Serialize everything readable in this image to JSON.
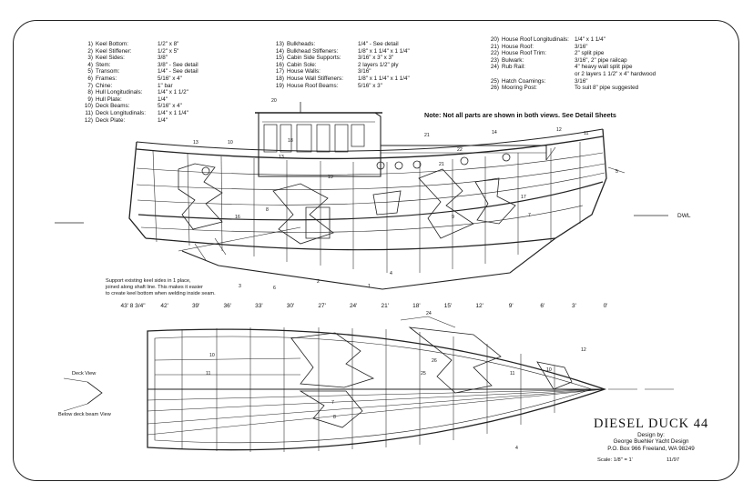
{
  "parts_col1": [
    {
      "n": "1)",
      "name": "Keel Bottom:",
      "spec": "1/2\" x 8\""
    },
    {
      "n": "2)",
      "name": "Keel Stiffener:",
      "spec": "1/2\" x 5\""
    },
    {
      "n": "3)",
      "name": "Keel Sides:",
      "spec": "3/8\""
    },
    {
      "n": "4)",
      "name": "Stem:",
      "spec": "3/8\" - See detail"
    },
    {
      "n": "5)",
      "name": "Transom:",
      "spec": "1/4\" - See detail"
    },
    {
      "n": "6)",
      "name": "Frames:",
      "spec": "5/16\" x 4\""
    },
    {
      "n": "7)",
      "name": "Chine:",
      "spec": "1\" bar"
    },
    {
      "n": "8)",
      "name": "Hull Longitudinals:",
      "spec": "1/4\" x 1 1/2\""
    },
    {
      "n": "9)",
      "name": "Hull Plate:",
      "spec": "1/4\""
    },
    {
      "n": "10)",
      "name": "Deck Beams:",
      "spec": "5/16\" x 4\""
    },
    {
      "n": "11)",
      "name": "Deck Longitudinals:",
      "spec": "1/4\" x 1 1/4\""
    },
    {
      "n": "12)",
      "name": "Deck Plate:",
      "spec": "1/4\""
    }
  ],
  "parts_col2": [
    {
      "n": "13)",
      "name": "Bulkheads:",
      "spec": "1/4\" - See detail"
    },
    {
      "n": "14)",
      "name": "Bulkhead Stiffeners:",
      "spec": "1/8\" x 1 1/4\" x 1 1/4\""
    },
    {
      "n": "15)",
      "name": "Cabin Side Supports:",
      "spec": "3/16\" x 3\" x 3\""
    },
    {
      "n": "16)",
      "name": "Cabin Sole:",
      "spec": "2 layers 1/2\" ply"
    },
    {
      "n": "17)",
      "name": "House Walls:",
      "spec": "3/16\""
    },
    {
      "n": "18)",
      "name": "House Wall Stiffeners:",
      "spec": "1/8\" x 1 1/4\" x 1 1/4\""
    },
    {
      "n": "19)",
      "name": "House Roof Beams:",
      "spec": "5/16\" x 3\""
    }
  ],
  "parts_col3": [
    {
      "n": "20)",
      "name": "House Roof Longitudinals:",
      "spec": "1/4\" x 1 1/4\""
    },
    {
      "n": "21)",
      "name": "House Roof:",
      "spec": "3/16\""
    },
    {
      "n": "22)",
      "name": "House Roof Trim:",
      "spec": "2\" split pipe"
    },
    {
      "n": "23)",
      "name": "Bulwark:",
      "spec": "3/16\", 2\" pipe railcap"
    },
    {
      "n": "24)",
      "name": "Rub Rail:",
      "spec": "4\" heavy wall split pipe"
    },
    {
      "n": "",
      "name": "",
      "spec": "or 2 layers 1 1/2\" x 4\" hardwood"
    },
    {
      "n": "25)",
      "name": "Hatch Coamings:",
      "spec": "3/16\""
    },
    {
      "n": "26)",
      "name": "Mooring Post:",
      "spec": "To suit 8\" pipe suggested"
    }
  ],
  "note": "Note:  Not all parts are shown in both views.  See Detail Sheets",
  "dwl_label": "DWL",
  "keel_note": [
    "Support existing keel sides in 1 place,",
    "joined along shaft line. This makes it easier",
    "to create keel bottom when welding inside seam."
  ],
  "stations": [
    "43' 8 3/4\"",
    "42'",
    "39'",
    "36'",
    "33'",
    "30'",
    "27'",
    "24'",
    "21'",
    "18'",
    "15'",
    "12'",
    "9'",
    "6'",
    "3'",
    "0'"
  ],
  "deck_view_label": "Deck View",
  "below_deck_label": "Below deck beam View",
  "title": "DIESEL DUCK 44",
  "design_lines": [
    "Design by:",
    "George Buehler Yacht Design",
    "P.O. Box 966 Freeland, WA 98249"
  ],
  "scale": "Scale: 1/8\" = 1'",
  "date": "11/97",
  "callouts_profile": [
    "13",
    "10",
    "12",
    "11",
    "21",
    "14",
    "13",
    "21",
    "20",
    "22",
    "1",
    "2",
    "3",
    "4",
    "5",
    "6",
    "7",
    "8",
    "9",
    "19",
    "18",
    "16",
    "17"
  ],
  "callouts_plan": [
    "24",
    "10",
    "11",
    "26",
    "25",
    "11",
    "10",
    "12",
    "7",
    "8",
    "4"
  ]
}
